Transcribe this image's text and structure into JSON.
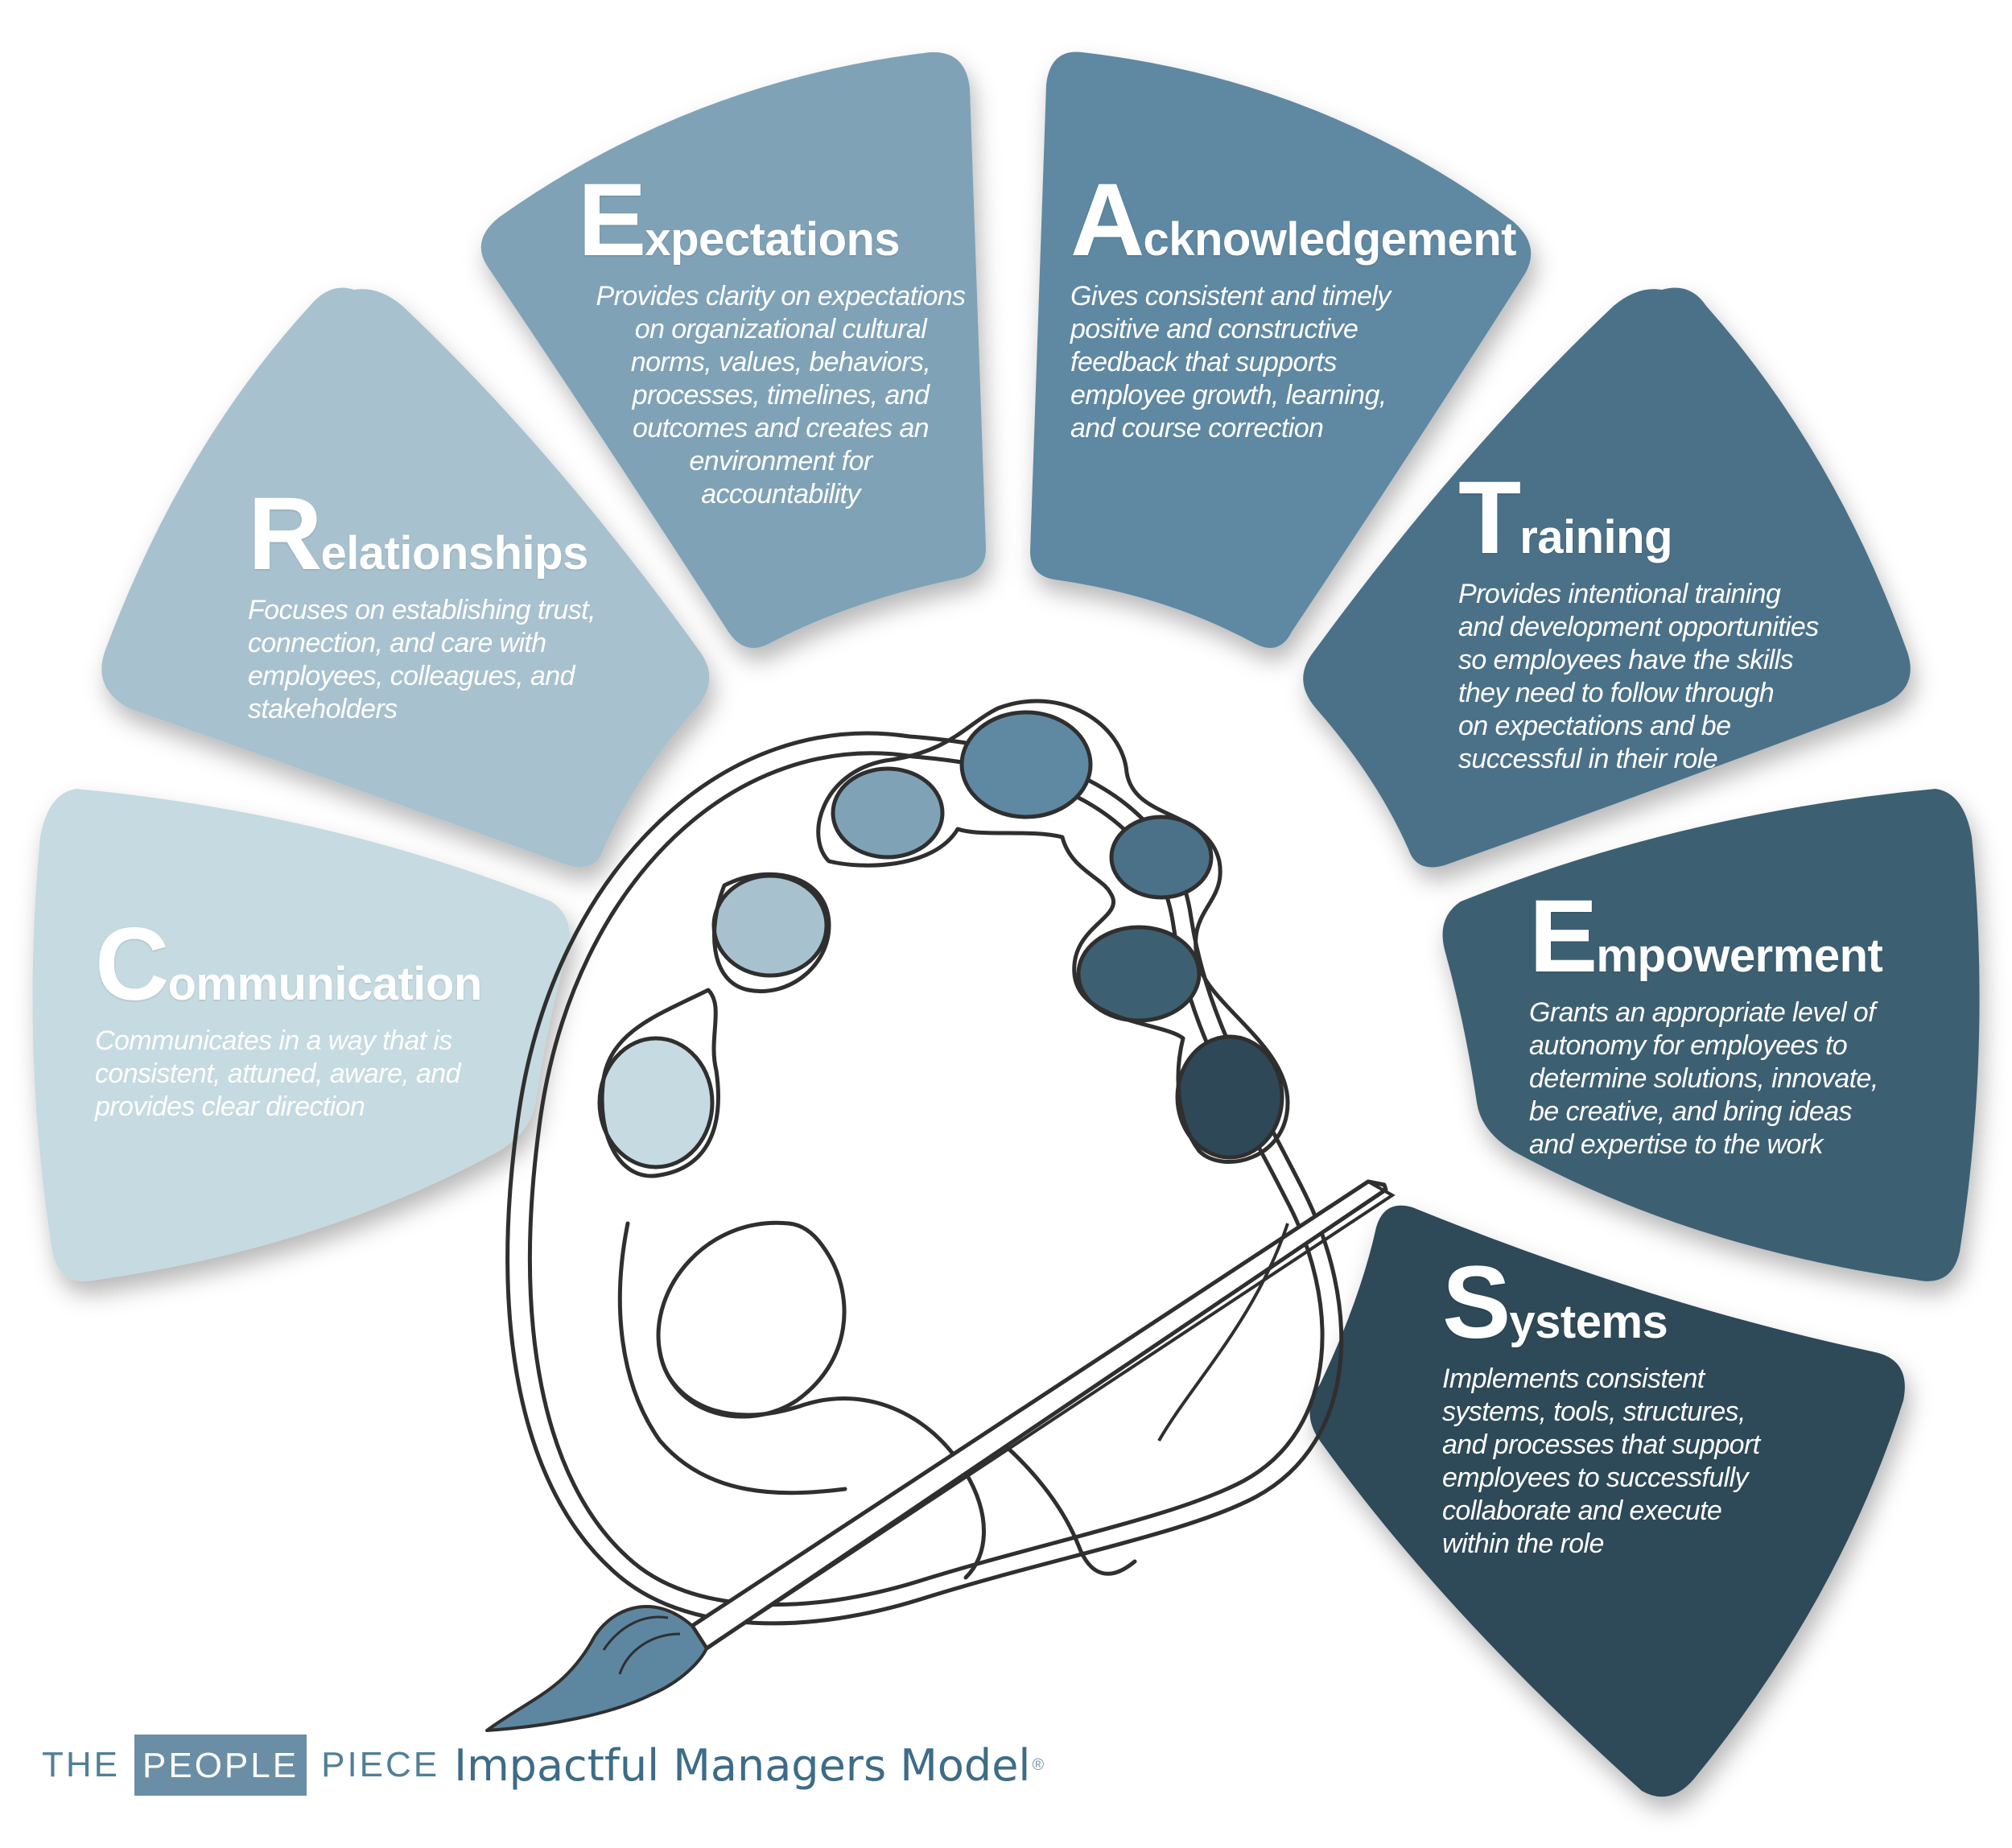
{
  "segments": [
    {
      "id": "communication",
      "initial": "C",
      "rest": "ommunication",
      "description": "Communicates in a way that is\nconsistent, attuned, aware, and\nprovides clear direction",
      "color": "#c5dae1"
    },
    {
      "id": "relationships",
      "initial": "R",
      "rest": "elationships",
      "description": "Focuses on establishing trust,\nconnection, and care with\nemployees, colleagues, and\nstakeholders",
      "color": "#a8c1cf"
    },
    {
      "id": "expectations",
      "initial": "E",
      "rest": "xpectations",
      "description": "Provides clarity on expectations\non organizational cultural\nnorms, values, behaviors,\nprocesses, timelines, and\noutcomes and creates an\nenvironment for\naccountability",
      "color": "#7fa2b7"
    },
    {
      "id": "acknowledgement",
      "initial": "A",
      "rest": "cknowledgement",
      "description": "Gives consistent and timely\npositive and constructive\nfeedback that supports\nemployee growth, learning,\nand course correction",
      "color": "#5f88a2"
    },
    {
      "id": "training",
      "initial": "T",
      "rest": "raining",
      "description": "Provides intentional training\nand development opportunities\nso employees have the skills\nthey need to follow through\non expectations and be\nsuccessful in their role",
      "color": "#4b7188"
    },
    {
      "id": "empowerment",
      "initial": "E",
      "rest": "mpowerment",
      "description": "Grants an appropriate level of\nautonomy for employees to\ndetermine solutions, innovate,\nbe creative, and bring ideas\nand expertise to the work",
      "color": "#3d5f72"
    },
    {
      "id": "systems",
      "initial": "S",
      "rest": "ystems",
      "description": "Implements consistent\nsystems, tools, structures,\nand processes that support\nemployees to successfully\ncollaborate and execute\nwithin the role",
      "color": "#2f4858"
    }
  ],
  "brand": {
    "the": "THE",
    "people": "PEOPLE",
    "piece": "PIECE",
    "model": "Impactful Managers Model",
    "registered": "®"
  },
  "icons": [
    "artist-palette-icon",
    "paintbrush-icon"
  ]
}
